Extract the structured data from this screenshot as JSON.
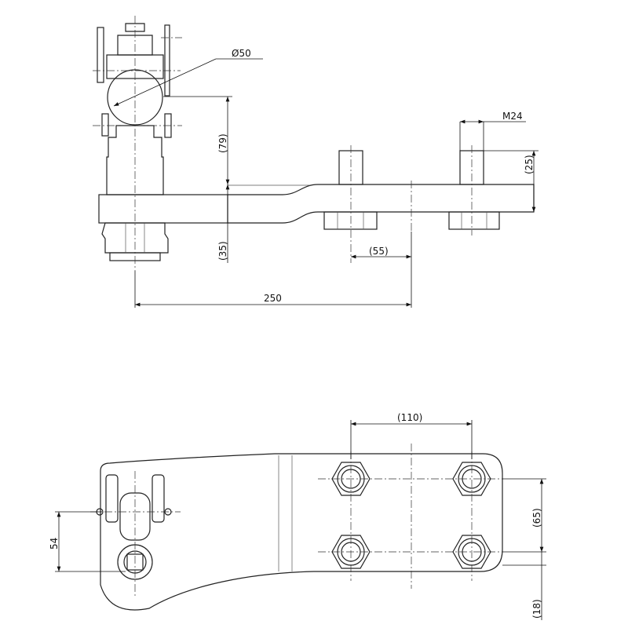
{
  "drawing": {
    "top_view": {
      "dimensions": {
        "ball_diameter": "Ø50",
        "thread": "M24",
        "height_upper": "(79)",
        "height_lower": "(35)",
        "stud_height": "(25)",
        "stud_offset": "(55)",
        "length": "250"
      }
    },
    "bottom_view": {
      "dimensions": {
        "hole_spacing_x": "(110)",
        "hole_spacing_y": "(65)",
        "edge_offset": "(18)",
        "eye_offset": "54"
      }
    }
  }
}
